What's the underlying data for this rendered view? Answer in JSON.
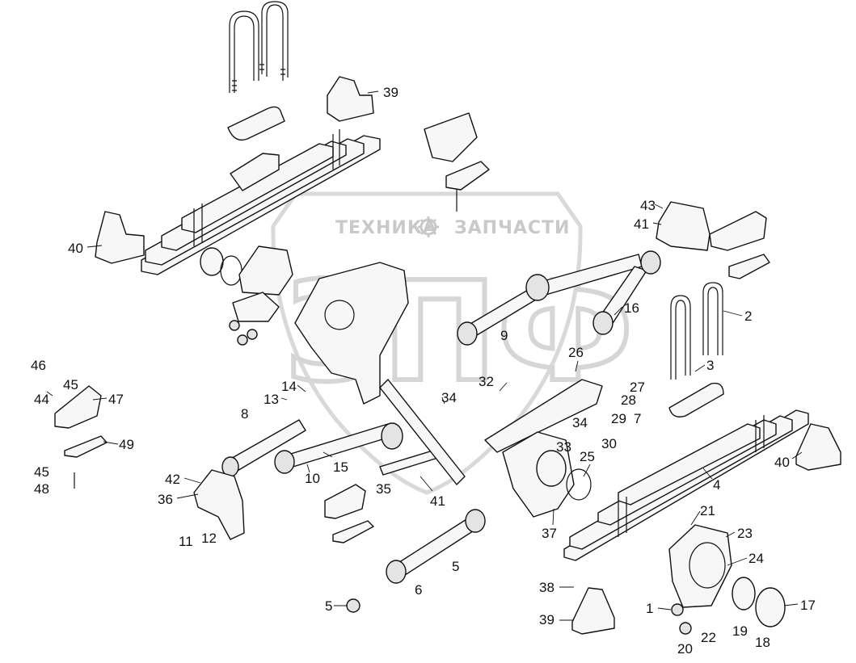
{
  "watermark": {
    "left_text": "ТЕХНИКА",
    "right_text": "ЗАПЧАСТИ",
    "big_text": "ЗПФ",
    "gear_icon": "gear-icon",
    "color": "#c9c9c9"
  },
  "callouts": [
    {
      "id": "39a",
      "text": "39"
    },
    {
      "id": "40a",
      "text": "40"
    },
    {
      "id": "43",
      "text": "43"
    },
    {
      "id": "41a",
      "text": "41"
    },
    {
      "id": "2",
      "text": "2"
    },
    {
      "id": "16",
      "text": "16"
    },
    {
      "id": "9",
      "text": "9"
    },
    {
      "id": "26",
      "text": "26"
    },
    {
      "id": "3",
      "text": "3"
    },
    {
      "id": "46",
      "text": "46"
    },
    {
      "id": "45a",
      "text": "45"
    },
    {
      "id": "44",
      "text": "44"
    },
    {
      "id": "47",
      "text": "47"
    },
    {
      "id": "14",
      "text": "14"
    },
    {
      "id": "13",
      "text": "13"
    },
    {
      "id": "8",
      "text": "8"
    },
    {
      "id": "34a",
      "text": "34"
    },
    {
      "id": "32",
      "text": "32"
    },
    {
      "id": "27",
      "text": "27"
    },
    {
      "id": "28",
      "text": "28"
    },
    {
      "id": "29",
      "text": "29"
    },
    {
      "id": "34b",
      "text": "34"
    },
    {
      "id": "7",
      "text": "7"
    },
    {
      "id": "30",
      "text": "30"
    },
    {
      "id": "33",
      "text": "33"
    },
    {
      "id": "49",
      "text": "49"
    },
    {
      "id": "15",
      "text": "15"
    },
    {
      "id": "25",
      "text": "25"
    },
    {
      "id": "40b",
      "text": "40"
    },
    {
      "id": "4",
      "text": "4"
    },
    {
      "id": "45b",
      "text": "45"
    },
    {
      "id": "48",
      "text": "48"
    },
    {
      "id": "42",
      "text": "42"
    },
    {
      "id": "10",
      "text": "10"
    },
    {
      "id": "35",
      "text": "35"
    },
    {
      "id": "36",
      "text": "36"
    },
    {
      "id": "41b",
      "text": "41"
    },
    {
      "id": "21",
      "text": "21"
    },
    {
      "id": "23",
      "text": "23"
    },
    {
      "id": "37",
      "text": "37"
    },
    {
      "id": "11",
      "text": "11"
    },
    {
      "id": "12",
      "text": "12"
    },
    {
      "id": "24",
      "text": "24"
    },
    {
      "id": "5a",
      "text": "5"
    },
    {
      "id": "6",
      "text": "6"
    },
    {
      "id": "38",
      "text": "38"
    },
    {
      "id": "5b",
      "text": "5"
    },
    {
      "id": "1",
      "text": "1"
    },
    {
      "id": "17",
      "text": "17"
    },
    {
      "id": "39b",
      "text": "39"
    },
    {
      "id": "22",
      "text": "22"
    },
    {
      "id": "19",
      "text": "19"
    },
    {
      "id": "18",
      "text": "18"
    },
    {
      "id": "20",
      "text": "20"
    }
  ]
}
